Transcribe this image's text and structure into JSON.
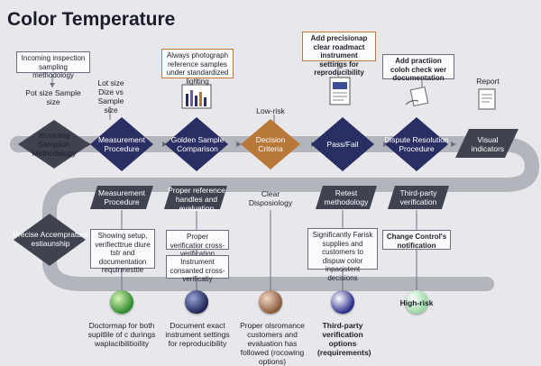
{
  "title": "Color Temperature",
  "top_boxes": {
    "incoming": "Incoming inspection sampling methodology",
    "always_photograph": "Always photograph reference samples under standardized lighting",
    "add_precision": "Add precisionap clear roadmact instrument settings for reproducibility",
    "add_practice": "Add practiion coloh check wer documentation"
  },
  "top_labels": {
    "pot_size": "Pot size Sample size",
    "lot_size": "Lot size Dize vs Sample size",
    "low_risk": "Low-risk",
    "report": "Report"
  },
  "flow_row1": {
    "n1": "Incoming Samplion Methodology",
    "n2": "Measurement Procedure",
    "n3": "Golden Sample Comparison",
    "n4": "Decision Criteria",
    "n5": "Pass/Fail",
    "n6": "Dispute Resolution Procedure",
    "n7": "Visual indicators"
  },
  "flow_row2": {
    "n1": "Measurement Procedure",
    "n2": "Proper reference handles and evaluation",
    "n3": "Clear Disposiology",
    "n4": "Retest methodology",
    "n5": "Third-party verification"
  },
  "left_node": "Precise Accemprature estiaunship",
  "mid_boxes": {
    "showing": "Showing setup, verifiecttrue diure tstr and documentation requirmesttie",
    "proper_verif": "Proper verificatior cross-verification",
    "instrument": "Instrument consanted cross-verificatiy",
    "significantly": "Significantly Farisk supplies and customers to dispuw color inpacistent decisions",
    "change_control": "Change Control's notification"
  },
  "bottom": {
    "c1": "Doctormap for both supitlile of c durings waplacibilitioility",
    "c2": "Document exact instrument settings for reproducibility",
    "c3": "Proper olsromance customers and evaluation has followed (rocowing options)",
    "c4": "Third-party verification options (requirements)",
    "high_risk": "High-risk"
  },
  "colors": {
    "navy": "#2a2f63",
    "slate": "#3e434f",
    "orange": "#b7783a",
    "track": "#b3b5bc",
    "green": "#2f8a2b",
    "navy_dot": "#1d2454",
    "brown": "#8a5a3a",
    "indigo": "#2a2c8a",
    "mint": "#9ad8a4"
  }
}
